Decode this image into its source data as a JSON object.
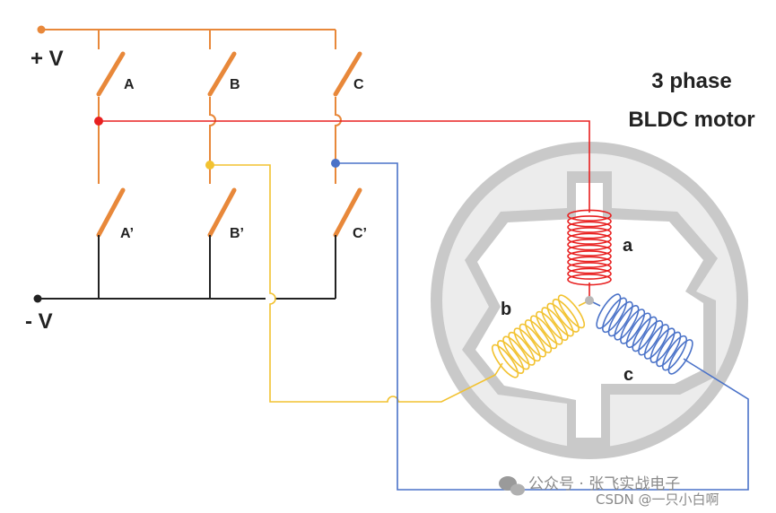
{
  "supply": {
    "plus": "+ V",
    "minus": "- V"
  },
  "switches": {
    "high": [
      "A",
      "B",
      "C"
    ],
    "low": [
      "A’",
      "B’",
      "C’"
    ]
  },
  "motor": {
    "title_line1": "3 phase",
    "title_line2": "BLDC motor",
    "phases": [
      "a",
      "b",
      "c"
    ]
  },
  "colors": {
    "orange": "#e8883a",
    "phase_a": "#e82020",
    "phase_b": "#f2c230",
    "phase_c": "#4a72c8",
    "stator": "#c9c9c9"
  },
  "watermark": {
    "line1": "公众号 · 张飞实战电子",
    "line2": "CSDN @一只小白啊"
  }
}
